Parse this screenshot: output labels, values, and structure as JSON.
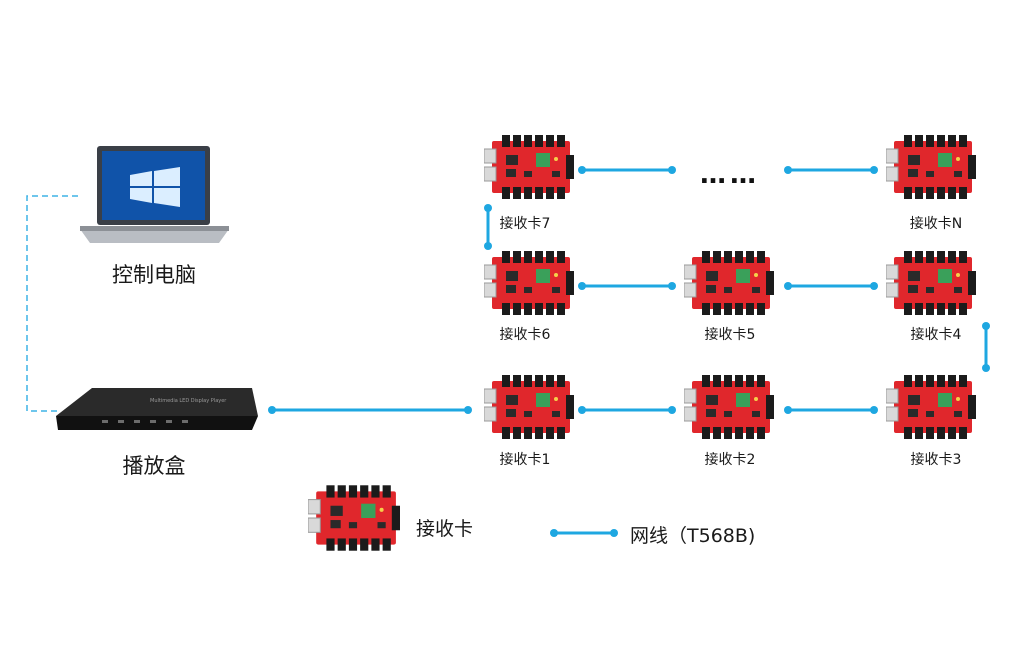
{
  "devices": {
    "computer_label": "控制电脑",
    "player_label": "播放盒",
    "player_face_text": "Multimedia LED Display Player"
  },
  "cards": {
    "card1": "接收卡1",
    "card2": "接收卡2",
    "card3": "接收卡3",
    "card4": "接收卡4",
    "card5": "接收卡5",
    "card6": "接收卡6",
    "card7": "接收卡7",
    "cardN": "接收卡N"
  },
  "ellipsis": "……",
  "legend": {
    "card_label": "接收卡",
    "cable_label": "网线（T568B)"
  },
  "colors": {
    "cable": "#1ea7e1",
    "card_red": "#e0272c",
    "connector_black": "#1b1b1b",
    "dashed_link": "#3fb4e6"
  }
}
